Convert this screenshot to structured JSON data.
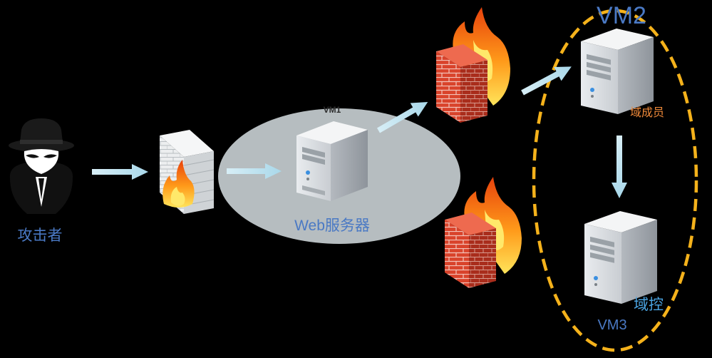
{
  "labels": {
    "attacker": "攻击者",
    "web_server": "Web服务器",
    "vm1": "VM1",
    "vm2": "VM2",
    "vm3": "VM3",
    "domain_member": "域成员",
    "domain_controller": "域控"
  },
  "colors": {
    "background": "#000000",
    "label_blue": "#4a79c4",
    "member_orange": "#f08a3a",
    "controller_blue": "#4aa3e0",
    "dashed_border": "#f5b21b",
    "arrow": "#bfe3f0",
    "cloud": "#c5cdd0"
  },
  "icons": {
    "attacker": "hacker-silhouette-icon",
    "firewall": "brick-firewall-icon",
    "server": "tower-server-icon",
    "arrow": "arrow-icon"
  }
}
